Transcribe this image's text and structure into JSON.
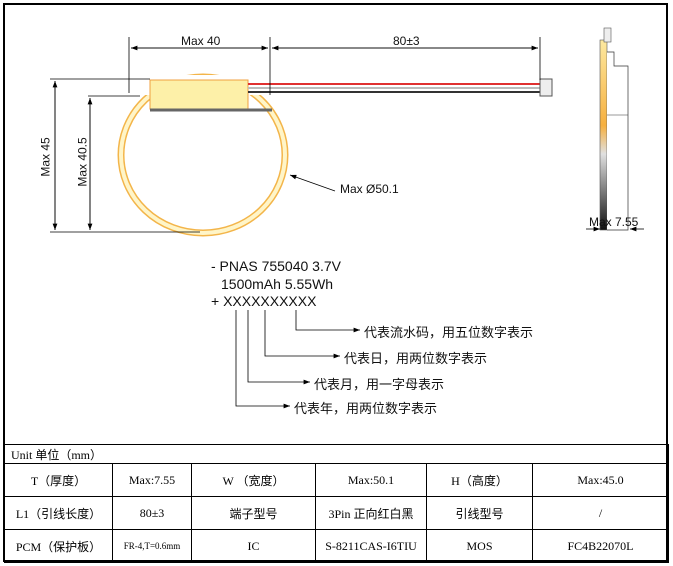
{
  "drawing": {
    "dim_max40": "Max 40",
    "dim_lead": "80±3",
    "dim_max45": "Max 45",
    "dim_max405": "Max 40.5",
    "dim_diameter": "Max Ø50.1",
    "dim_thickness": "Max 7.55"
  },
  "model": {
    "line1": "- PNAS 755040 3.7V",
    "line2": "1500mAh 5.55Wh",
    "line3": "+ XXXXXXXXXX",
    "notes": [
      "代表流水码，用五位数字表示",
      "代表日，用两位数字表示",
      "代表月，用一字母表示",
      "代表年，用两位数字表示"
    ]
  },
  "table": {
    "unit": "Unit 单位（mm）",
    "rows": [
      [
        "T（厚度）",
        "Max:7.55",
        "W （宽度）",
        "Max:50.1",
        "H（高度）",
        "Max:45.0"
      ],
      [
        "L1（引线长度）",
        "80±3",
        "端子型号",
        "3Pin 正向红白黑",
        "引线型号",
        "/"
      ],
      [
        "PCM（保护板）",
        "FR-4,T=0.6mm",
        "IC",
        "S-8211CAS-I6TIU",
        "MOS",
        "FC4B22070L"
      ]
    ]
  },
  "colors": {
    "cell": "#f6c866",
    "pcm": "#fdf0a8",
    "wire_red": "#e03030"
  }
}
